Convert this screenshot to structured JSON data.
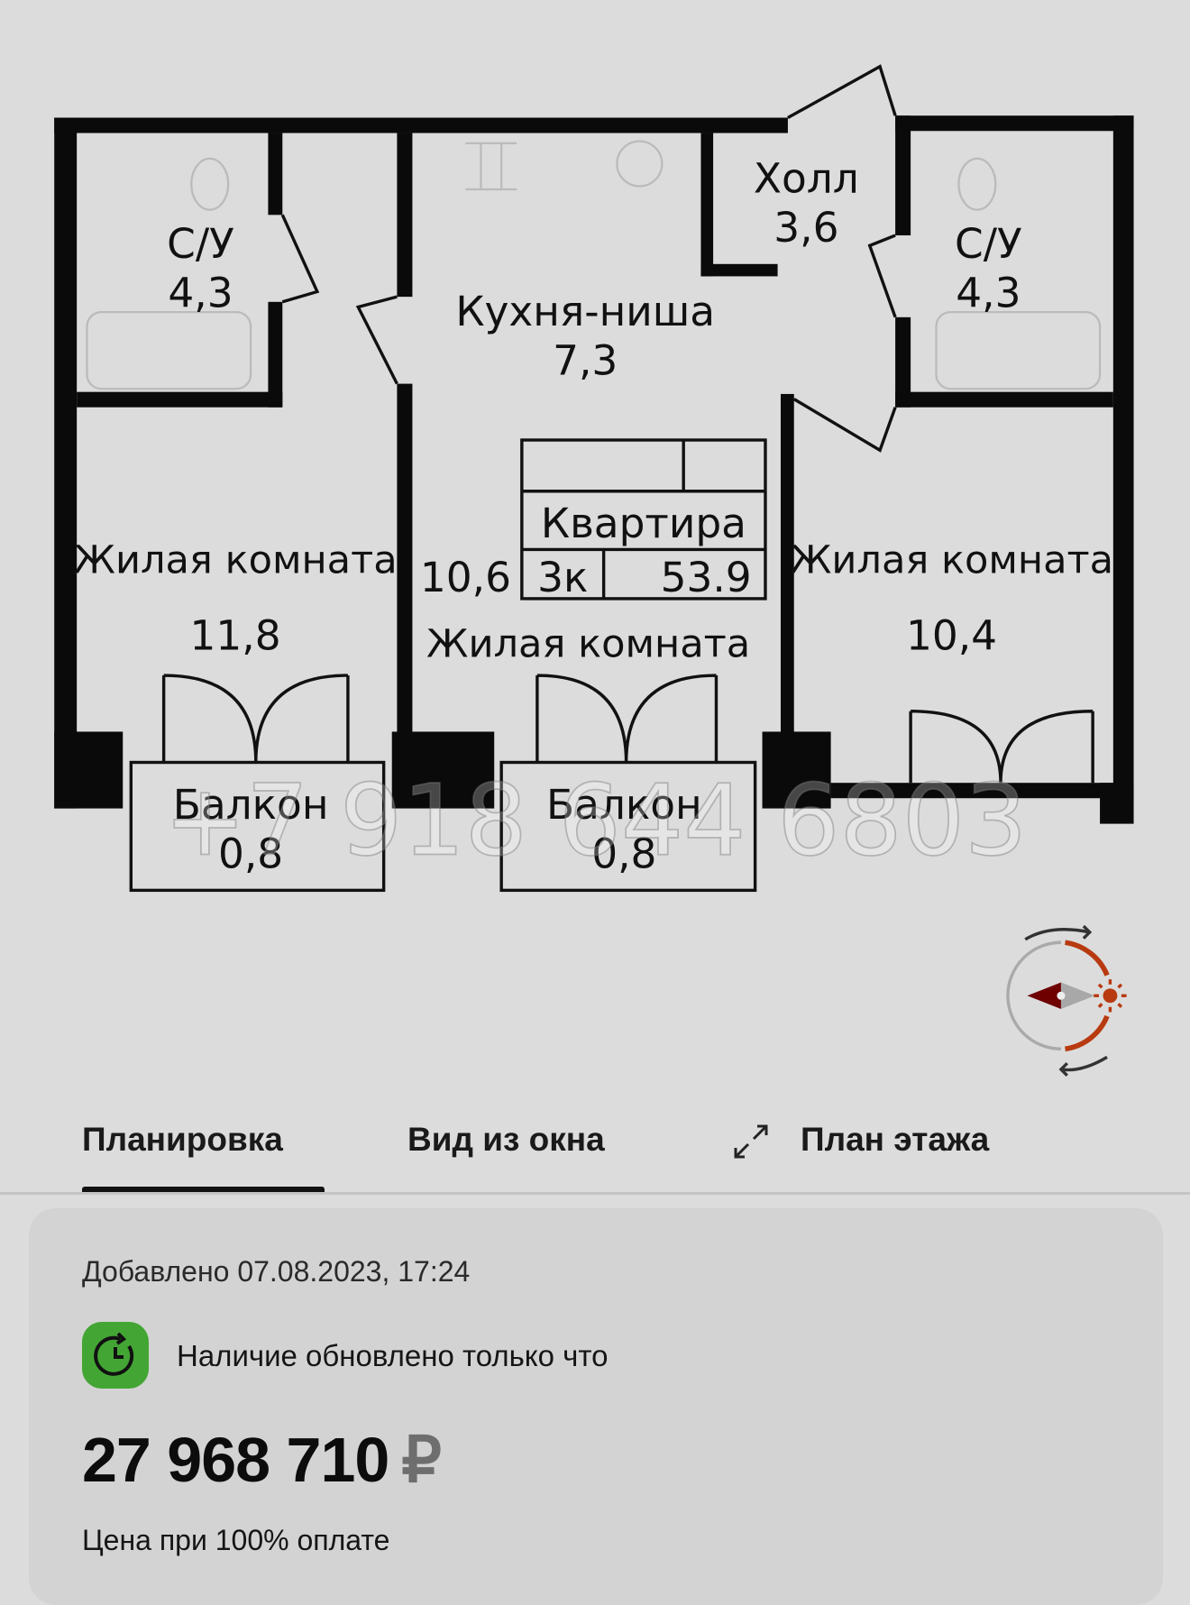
{
  "plan": {
    "rooms": [
      {
        "name": "С/У",
        "area": "4,3"
      },
      {
        "name": "Кухня-ниша",
        "area": "7,3"
      },
      {
        "name": "Холл",
        "area": "3,6"
      },
      {
        "name": "С/У",
        "area": "4,3"
      },
      {
        "name": "Жилая комната",
        "area": "11,8"
      },
      {
        "name": "Жилая комната",
        "area": "10,6"
      },
      {
        "name": "Жилая комната",
        "area": "10,4"
      },
      {
        "name": "Балкон",
        "area": "0,8"
      },
      {
        "name": "Балкон",
        "area": "0,8"
      }
    ],
    "summary": {
      "title": "Квартира",
      "type": "3к",
      "area": "53.9"
    },
    "watermark": "+7 918 644 6803",
    "colors": {
      "compass_accent": "#b83a10",
      "compass_pointer": "#6e0000"
    }
  },
  "tabs": [
    {
      "label": "Планировка",
      "active": true
    },
    {
      "label": "Вид из окна",
      "active": false
    },
    {
      "label": "План этажа",
      "active": false,
      "icon": "expand-icon"
    }
  ],
  "info": {
    "added": "Добавлено 07.08.2023, 17:24",
    "availability": "Наличие обновлено только что",
    "availability_icon": "clock-refresh-icon",
    "price": "27 968 710",
    "currency": "₽",
    "price_caption": "Цена при 100% оплате",
    "accent": "#43a534"
  }
}
